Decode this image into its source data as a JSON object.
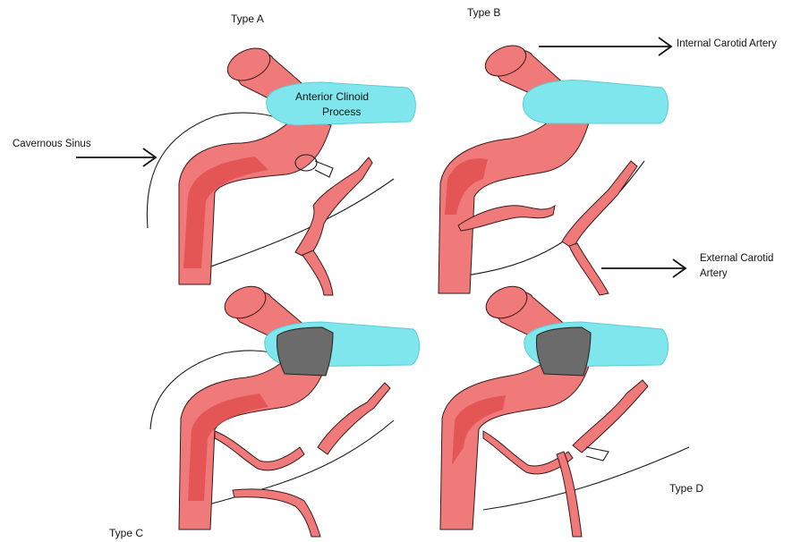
{
  "labels": {
    "type_a": "Type A",
    "type_b": "Type B",
    "type_c": "Type C",
    "type_d": "Type D",
    "anterior_clinoid_line1": "Anterior Clinoid",
    "anterior_clinoid_line2": "Process",
    "cavernous_sinus": "Cavernous Sinus",
    "internal_carotid": "Internal Carotid Artery",
    "external_carotid_line1": "External Carotid",
    "external_carotid_line2": "Artery"
  },
  "colors": {
    "vessel": "#f07a7a",
    "vessel_dark": "#e04a4a",
    "clinoid": "#7ee6ec",
    "overlap": "#6b6b6b"
  }
}
